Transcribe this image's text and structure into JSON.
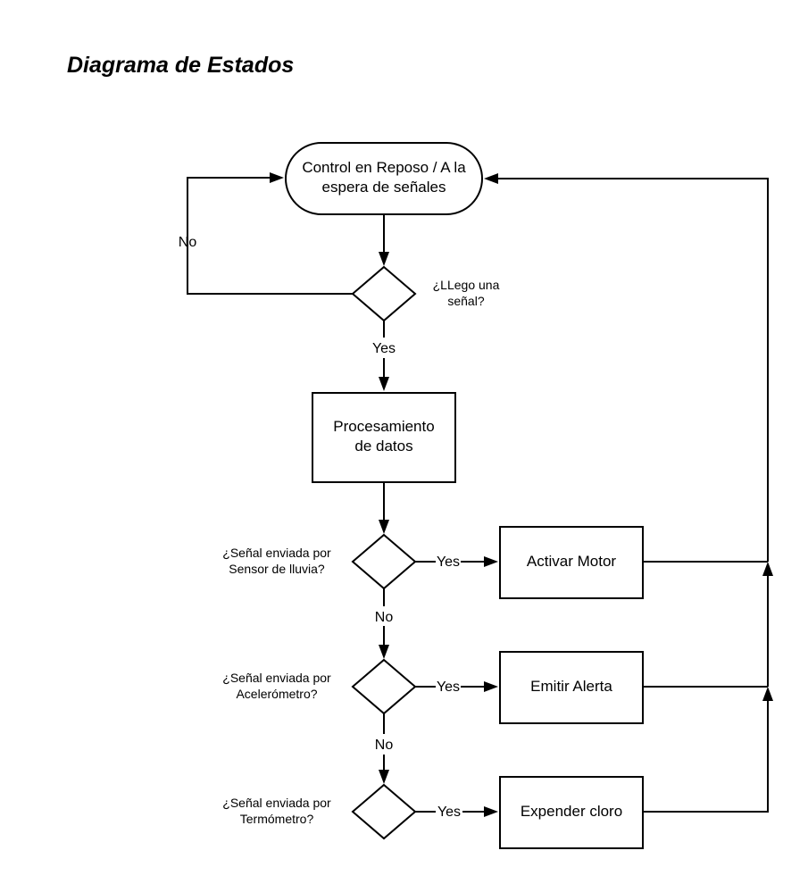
{
  "title": "Diagrama de Estados",
  "nodes": {
    "idle": [
      "Control en Reposo / A la",
      "espera de señales"
    ],
    "processing": [
      "Procesamiento",
      "de datos"
    ],
    "motor": "Activar Motor",
    "alert": "Emitir Alerta",
    "chlorine": "Expender cloro"
  },
  "decisions": {
    "signal": [
      "¿LLego una",
      "señal?"
    ],
    "rain": [
      "¿Señal enviada por",
      "Sensor de lluvia?"
    ],
    "accel": [
      "¿Señal enviada por",
      "Acelerómetro?"
    ],
    "thermo": [
      "¿Señal enviada por",
      "Termómetro?"
    ]
  },
  "edge_labels": {
    "no": "No",
    "yes": "Yes"
  }
}
